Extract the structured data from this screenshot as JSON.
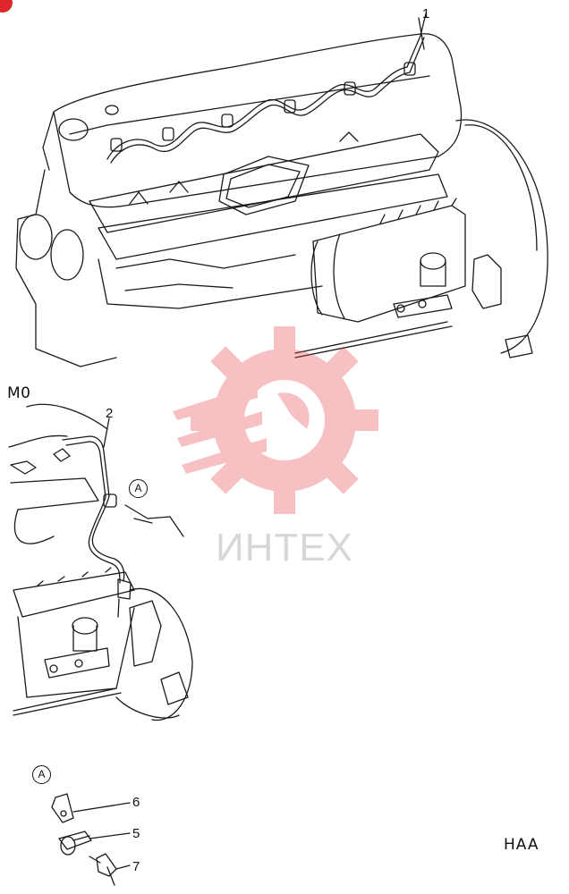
{
  "diagram": {
    "engine_model_label": "M0",
    "view_marker_upper": "A",
    "detail_marker": "A",
    "group_code": "HAA"
  },
  "callouts": {
    "part_1": "1",
    "part_2": "2",
    "part_5": "5",
    "part_6": "6",
    "part_7": "7"
  },
  "watermark": {
    "brand_text": "ИНТЕХ",
    "color": "#e8414a"
  },
  "colors": {
    "line": "#1a1a1a",
    "corner_mark": "#e0262b"
  }
}
